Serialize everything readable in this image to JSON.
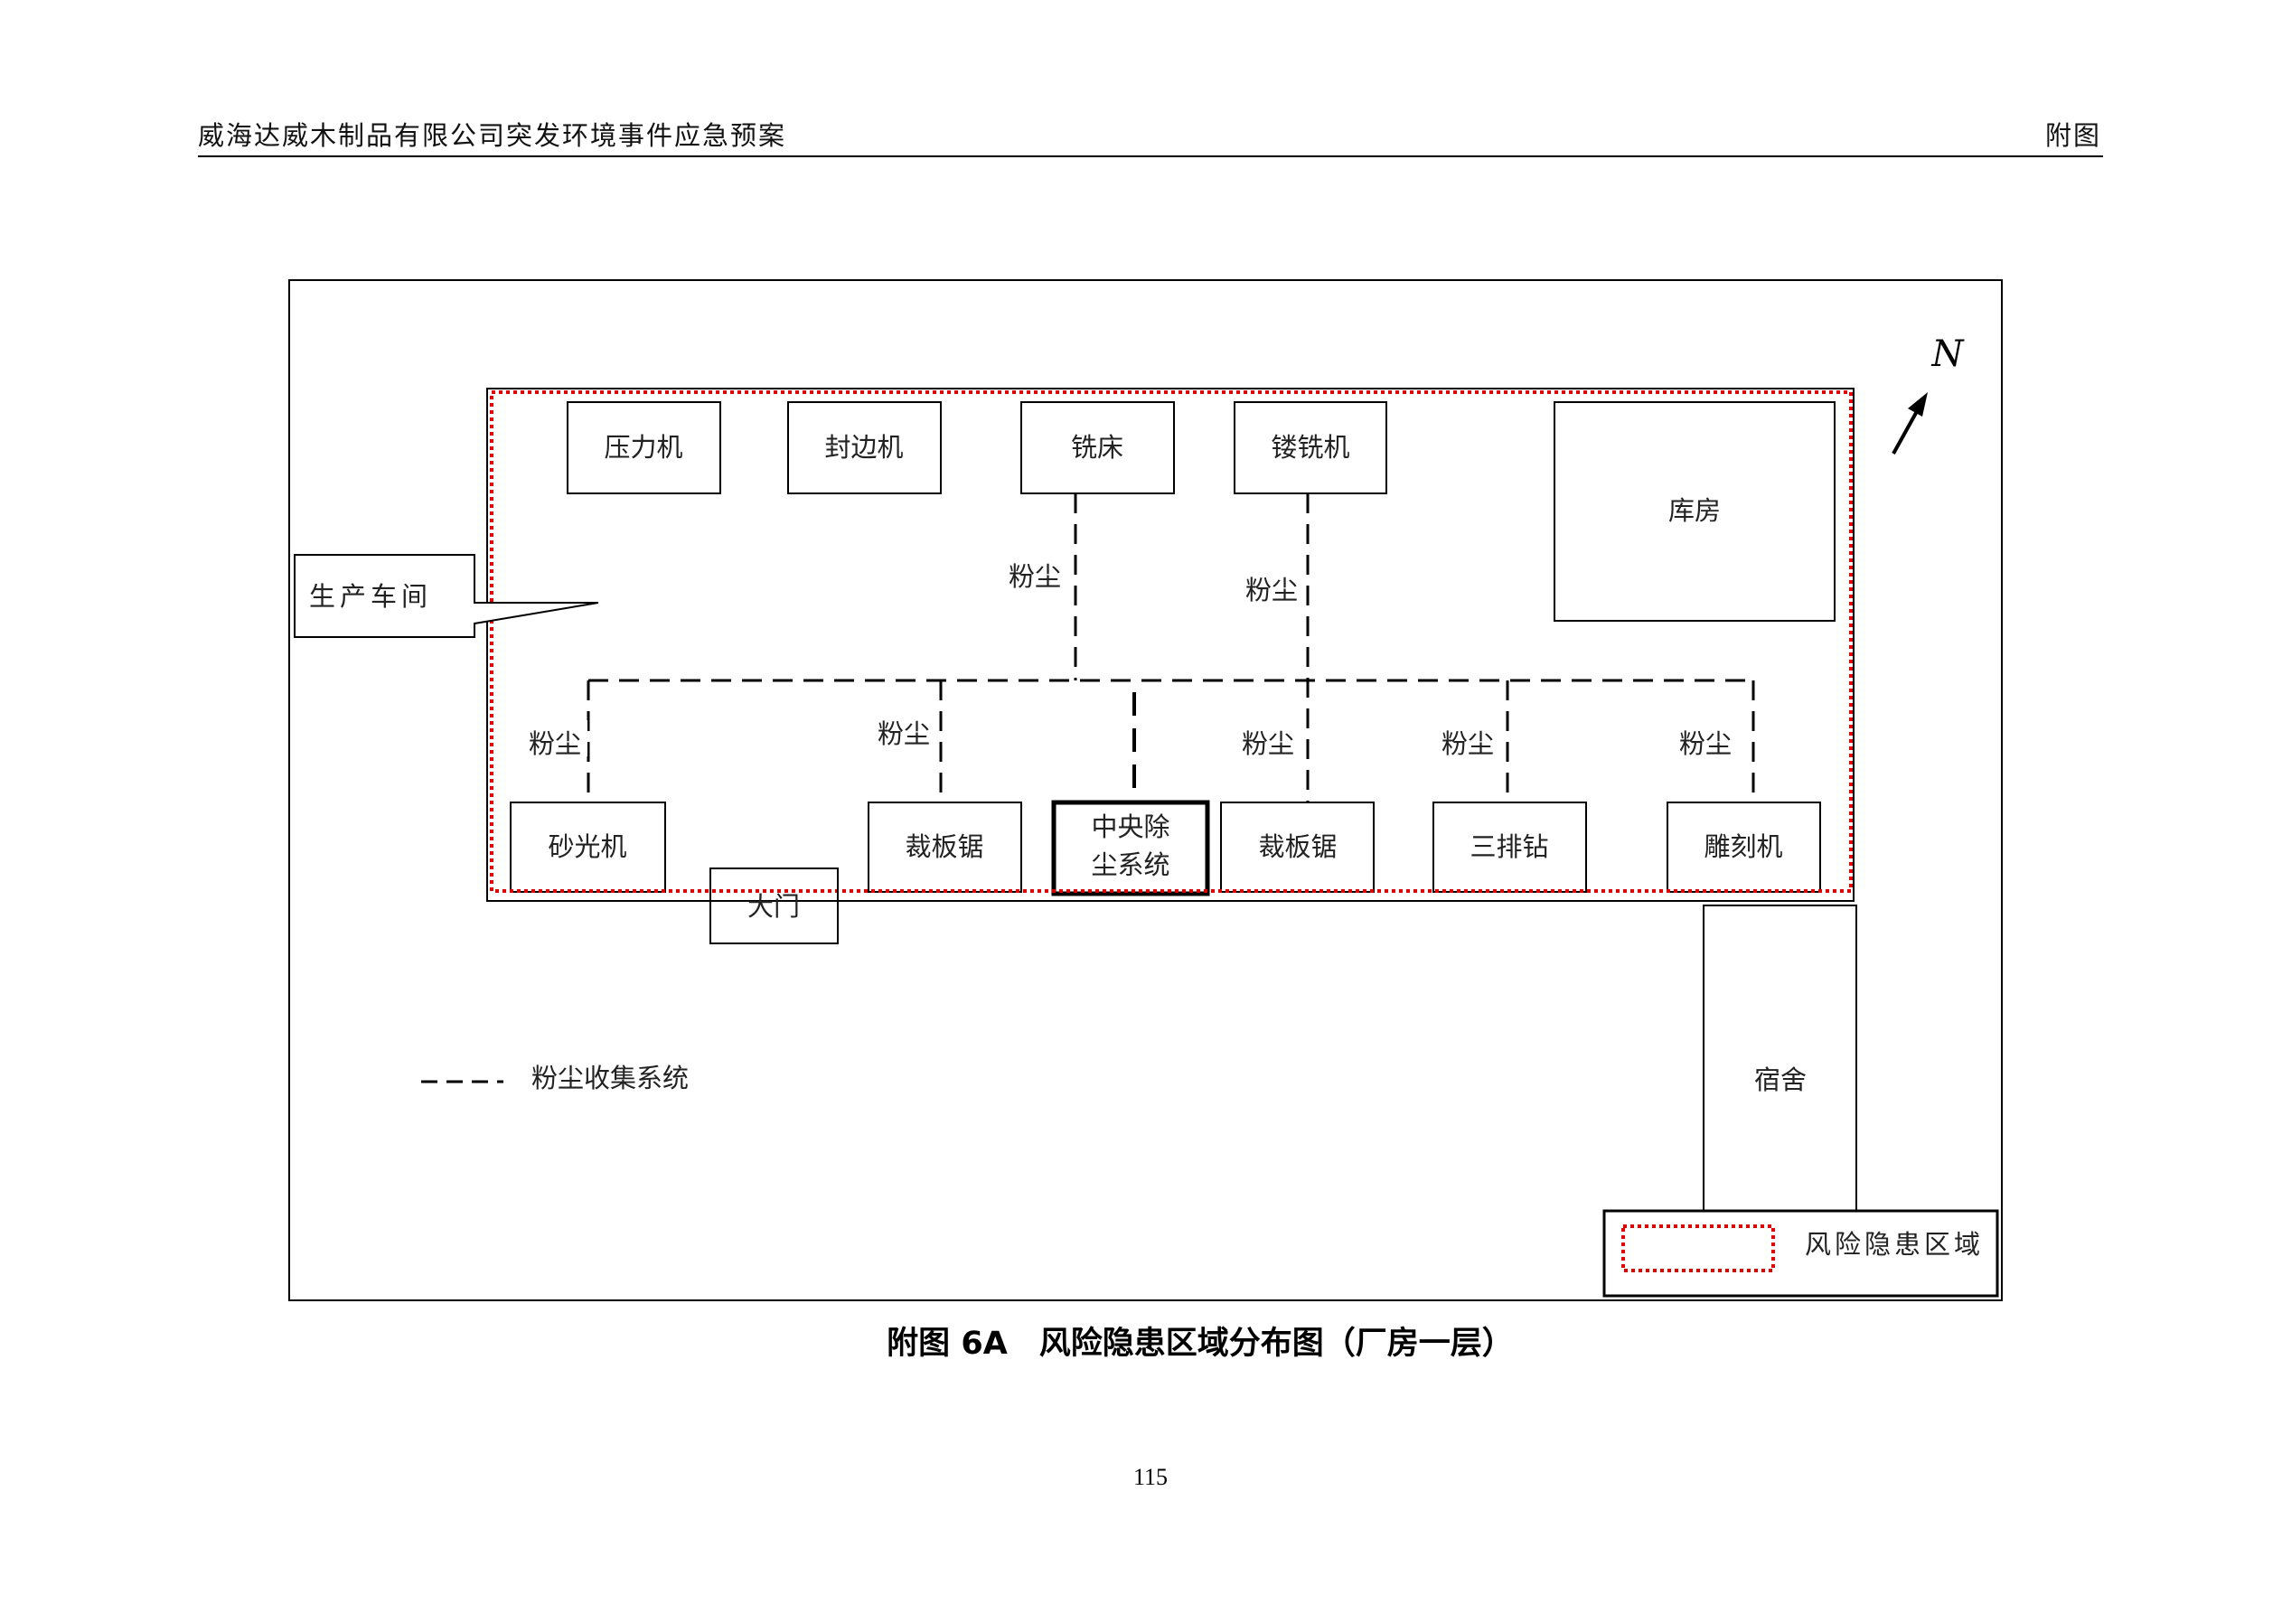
{
  "header": {
    "title": "威海达威木制品有限公司突发环境事件应急预案",
    "section": "附图"
  },
  "diagram": {
    "workshop_callout": "生产车间",
    "top_machines": [
      "压力机",
      "封边机",
      "铣床",
      "镂铣机"
    ],
    "warehouse": "库房",
    "bottom_machines": [
      "砂光机",
      "裁板锯",
      "裁板锯",
      "三排钻",
      "雕刻机"
    ],
    "central_system": [
      "中央除",
      "尘系统"
    ],
    "gate": "大门",
    "dormitory": "宿舍",
    "dust_label": "粉尘",
    "north": "N",
    "legend": {
      "dust_system": "粉尘收集系统",
      "risk_area": "风险隐患区域"
    },
    "colors": {
      "risk": "#e00000",
      "line": "#000000"
    }
  },
  "caption": "附图 6A　风险隐患区域分布图（厂房一层）",
  "page_number": "115"
}
